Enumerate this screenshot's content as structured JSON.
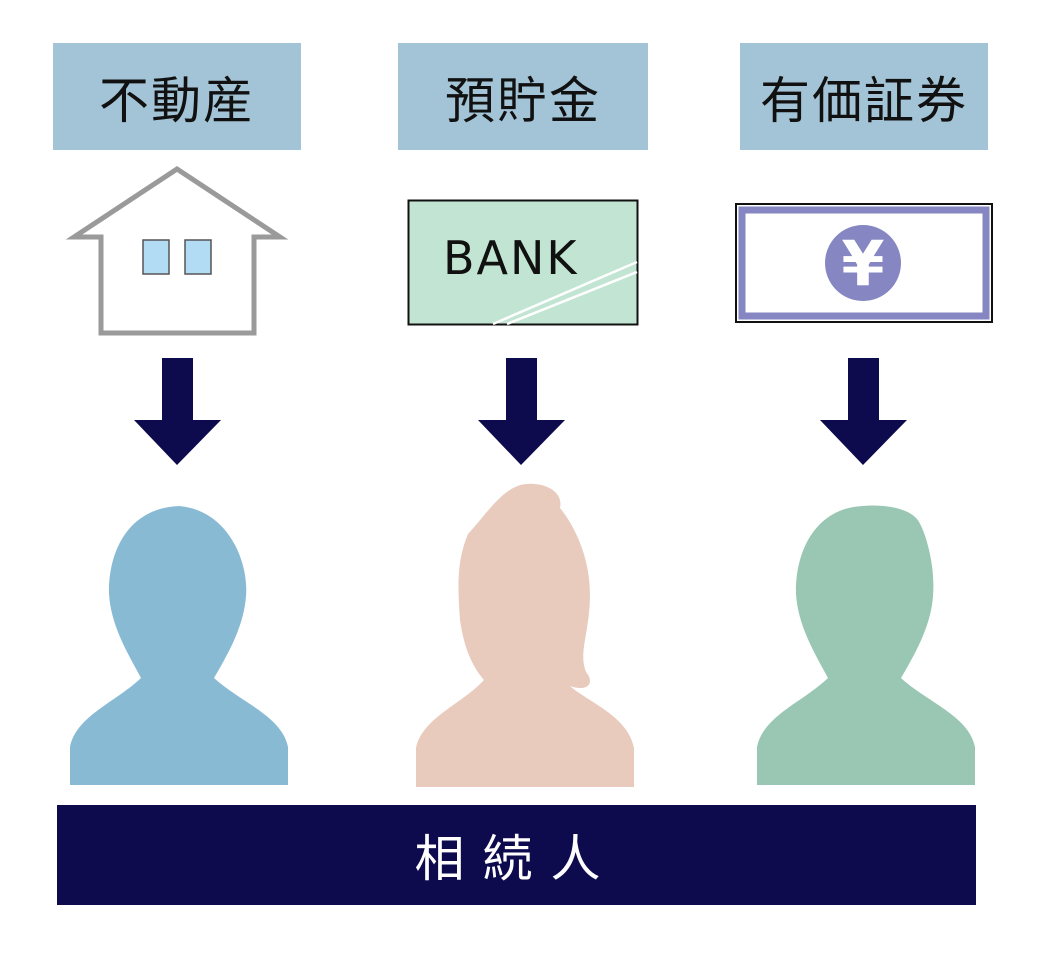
{
  "assets": [
    {
      "label": "不動産",
      "icon": "house-icon"
    },
    {
      "label": "預貯金",
      "icon": "bankbook-icon",
      "icon_text": "BANK"
    },
    {
      "label": "有価証券",
      "icon": "securities-certificate-icon",
      "icon_text": "¥"
    }
  ],
  "heirs_label": "相続人",
  "colors": {
    "label_bg": "#a3c4d6",
    "arrow": "#0d0a4d",
    "heir_bar": "#0d0a4d",
    "heir_1": "#89bad4",
    "heir_2": "#e8cbbd",
    "heir_3": "#9ac7b4",
    "bankbook": "#c2e5d3",
    "certificate_border": "#8686c3",
    "yen_circle": "#8686c3",
    "house_outline": "#9a9a9a",
    "window": "#b2dcf3"
  }
}
